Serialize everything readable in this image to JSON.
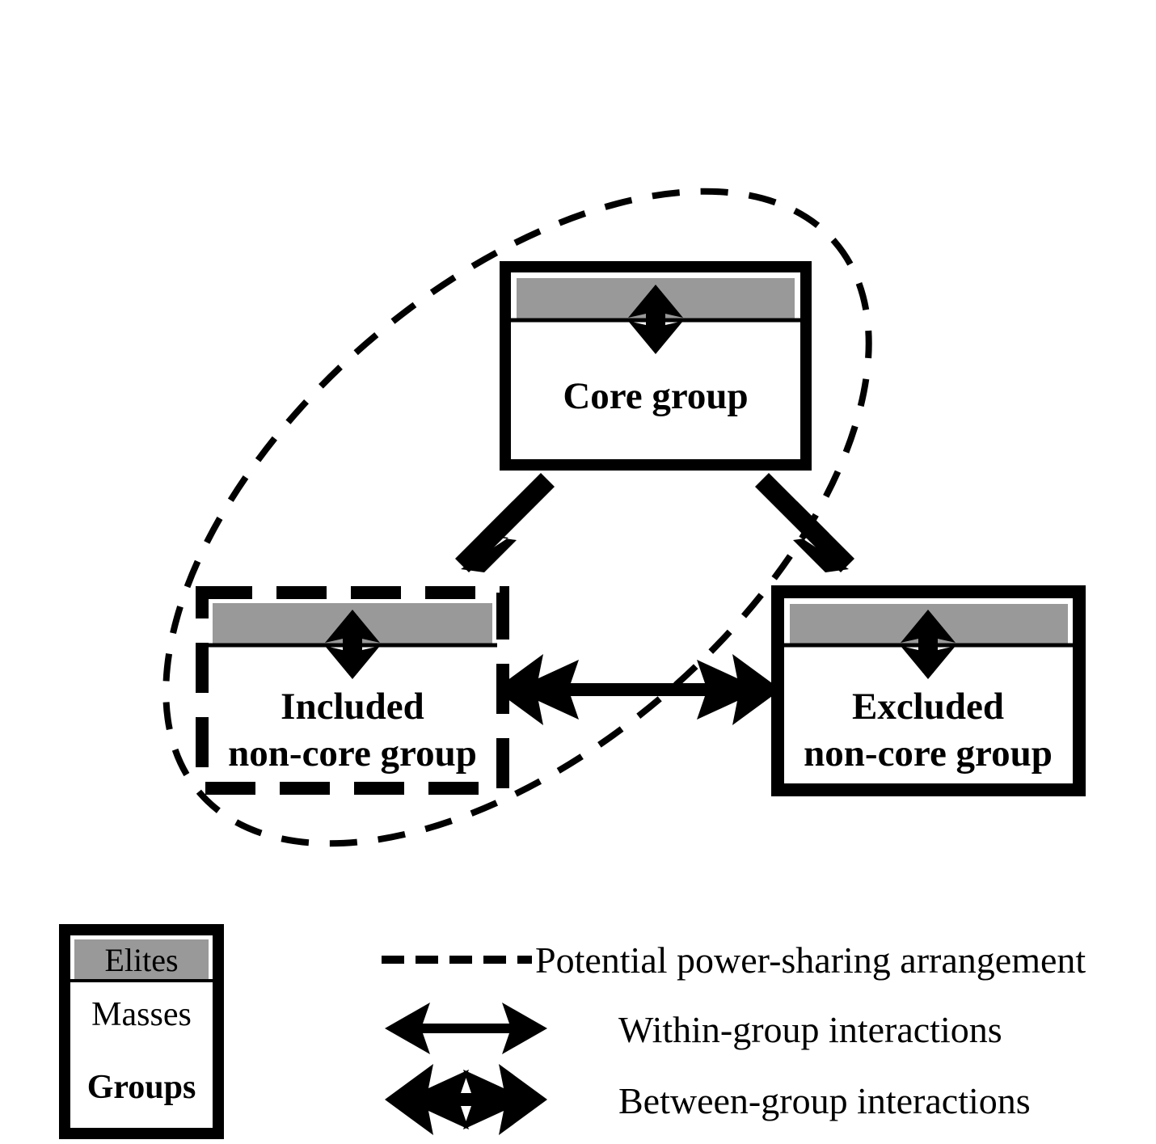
{
  "figure": {
    "background_color": "#ffffff",
    "ink_color": "#000000",
    "elites_fill": "#999999",
    "masses_fill": "#ffffff"
  },
  "nodes": [
    {
      "id": "core",
      "label_lines": [
        "Core group"
      ],
      "border_style": "solid",
      "elites_label": "Elites",
      "masses_label": "Masses"
    },
    {
      "id": "included",
      "label_lines": [
        "Included",
        "non-core group"
      ],
      "border_style": "dashed",
      "elites_label": "Elites",
      "masses_label": "Masses"
    },
    {
      "id": "excluded",
      "label_lines": [
        "Excluded",
        "non-core group"
      ],
      "border_style": "solid",
      "elites_label": "Elites",
      "masses_label": "Masses"
    }
  ],
  "edges": [
    {
      "id": "core-included",
      "kind": "between-group",
      "from": "core",
      "to": "included"
    },
    {
      "id": "core-excluded",
      "kind": "between-group",
      "from": "core",
      "to": "excluded"
    },
    {
      "id": "included-excluded",
      "kind": "between-group",
      "from": "included",
      "to": "excluded"
    },
    {
      "id": "core-internal",
      "kind": "within-group",
      "from": "core",
      "to": "core"
    },
    {
      "id": "included-internal",
      "kind": "within-group",
      "from": "included",
      "to": "included"
    },
    {
      "id": "excluded-internal",
      "kind": "within-group",
      "from": "excluded",
      "to": "excluded"
    }
  ],
  "grouping": {
    "id": "power-sharing-ellipse",
    "style": "dashed",
    "encloses": [
      "core",
      "included"
    ]
  },
  "key_box": {
    "elites": "Elites",
    "masses": "Masses",
    "groups": "Groups"
  },
  "legend": {
    "items": [
      {
        "id": "dashed-line",
        "symbol": "dashed-line",
        "label": "Potential power-sharing arrangement"
      },
      {
        "id": "thin-arrow",
        "symbol": "thin-double-arrow",
        "label": "Within-group interactions"
      },
      {
        "id": "thick-arrow",
        "symbol": "thick-double-arrow",
        "label": "Between-group interactions"
      }
    ]
  }
}
